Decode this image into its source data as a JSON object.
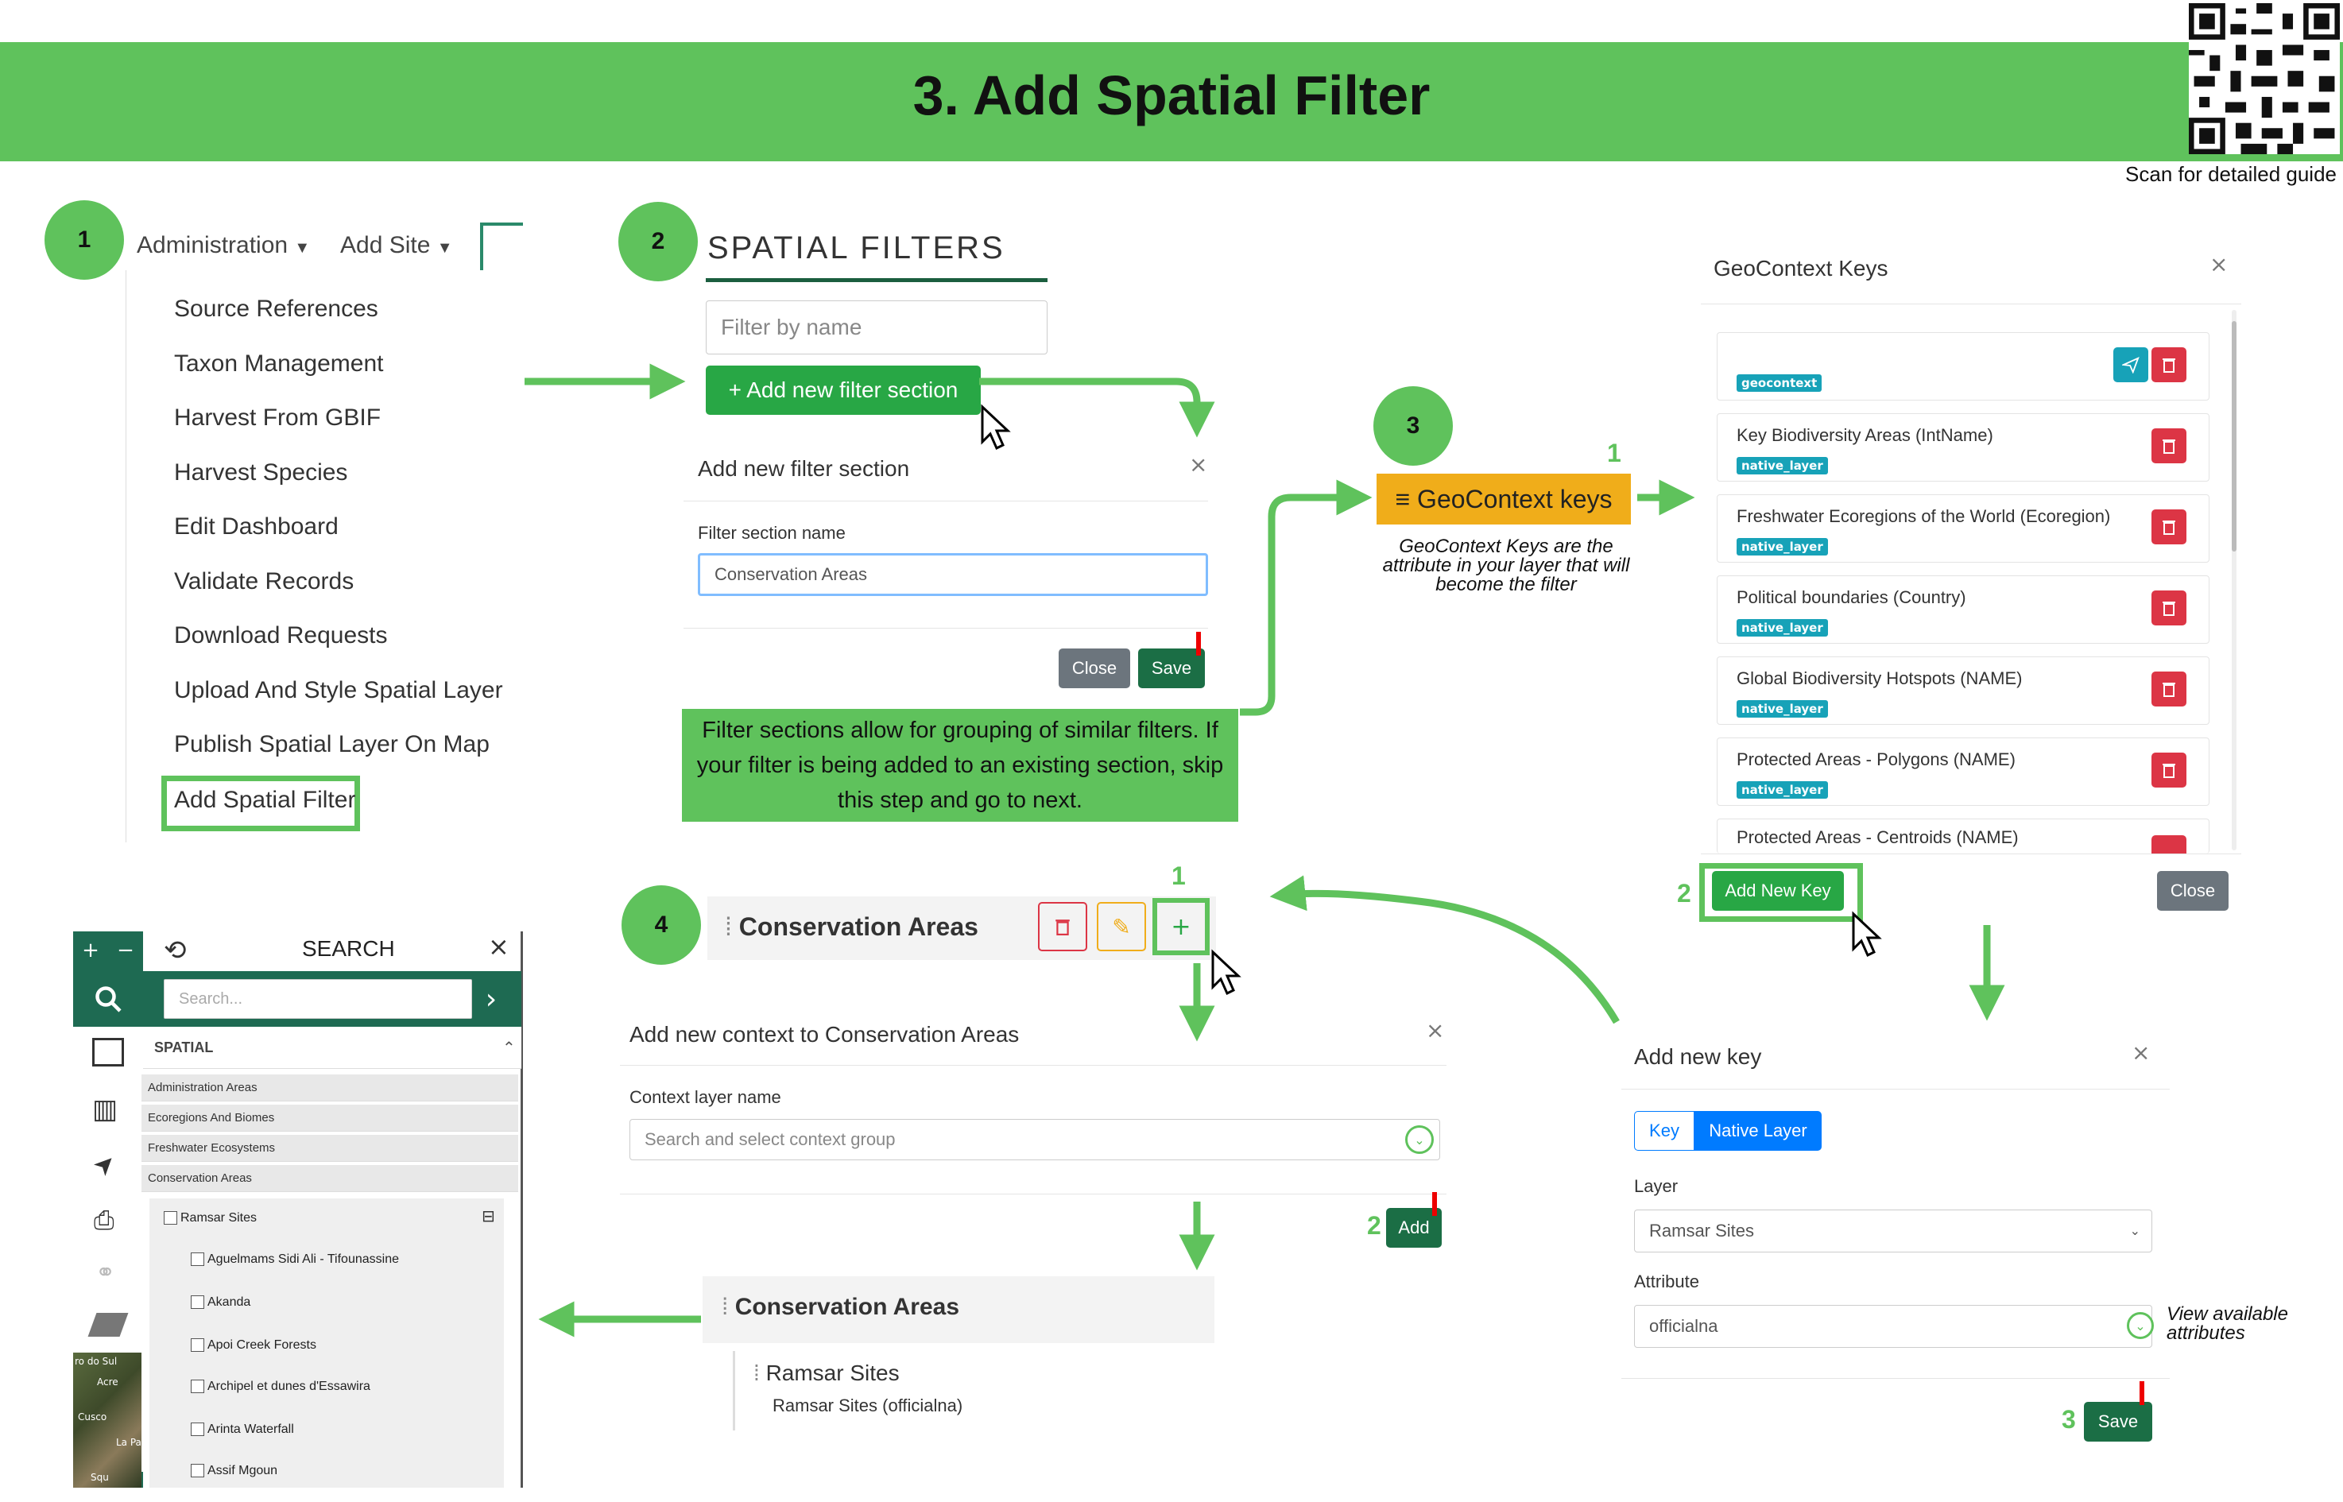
{
  "banner": {
    "title": "3. Add Spatial Filter",
    "qr_caption": "Scan for detailed guide"
  },
  "colors": {
    "accent_green": "#5fc25c",
    "dark_green": "#1b5e3f",
    "teal": "#17a2b8",
    "danger": "#dc3545",
    "orange": "#f0ad1a"
  },
  "steps": [
    "1",
    "2",
    "3",
    "4"
  ],
  "section1": {
    "nav": {
      "admin": "Administration",
      "add_site": "Add Site"
    },
    "menu": [
      "Source References",
      "Taxon Management",
      "Harvest From GBIF",
      "Harvest Species",
      "Edit Dashboard",
      "Validate Records",
      "Download Requests",
      "Upload And Style Spatial Layer",
      "Publish Spatial Layer On Map",
      "Add Spatial Filter"
    ]
  },
  "section2": {
    "heading": "SPATIAL FILTERS",
    "filter_placeholder": "Filter by name",
    "add_button": "+ Add new filter section",
    "modal_title": "Add new filter section",
    "field_label": "Filter section name",
    "field_value": "Conservation Areas",
    "close": "Close",
    "save": "Save",
    "note": "Filter sections allow for grouping of similar filters. If your filter is being added to an existing section, skip this step and go to next."
  },
  "section3": {
    "button": "≡ GeoContext keys",
    "num": "1",
    "note": "GeoContext Keys are the attribute in your layer that will become the filter"
  },
  "geocontext": {
    "title": "GeoContext Keys",
    "first_tag": "geocontext",
    "keys": [
      {
        "name": "Key Biodiversity Areas (IntName)",
        "tag": "native_layer"
      },
      {
        "name": "Freshwater Ecoregions of the World (Ecoregion)",
        "tag": "native_layer"
      },
      {
        "name": "Political boundaries (Country)",
        "tag": "native_layer"
      },
      {
        "name": "Global Biodiversity Hotspots (NAME)",
        "tag": "native_layer"
      },
      {
        "name": "Protected Areas - Polygons (NAME)",
        "tag": "native_layer"
      },
      {
        "name": "Protected Areas - Centroids (NAME)",
        "tag": ""
      }
    ],
    "add_new_key": "Add New Key",
    "close": "Close",
    "num": "2"
  },
  "new_key": {
    "title": "Add new key",
    "tab_key": "Key",
    "tab_native": "Native Layer",
    "layer_label": "Layer",
    "layer_value": "Ramsar Sites",
    "attribute_label": "Attribute",
    "attribute_value": "officialna",
    "hint": "View available attributes",
    "save": "Save",
    "num": "3"
  },
  "section4": {
    "section_name": "Conservation Areas",
    "num1": "1",
    "modal_title": "Add new context to Conservation Areas",
    "layer_label": "Context layer name",
    "layer_placeholder": "Search and select context group",
    "add": "Add",
    "num2": "2",
    "result_title": "Conservation Areas",
    "result_item": "Ramsar Sites",
    "result_sub": "Ramsar Sites (officialna)"
  },
  "search_panel": {
    "title": "SEARCH",
    "placeholder": "Search...",
    "spatial": "SPATIAL",
    "categories": [
      "Administration Areas",
      "Ecoregions And Biomes",
      "Freshwater Ecosystems",
      "Conservation Areas"
    ],
    "group": "Ramsar Sites",
    "sites": [
      "Aguelmams Sidi Ali - Tifounassine",
      "Akanda",
      "Apoi Creek Forests",
      "Archipel et dunes d'Essawira",
      "Arinta Waterfall",
      "Assif Mgoun"
    ],
    "map_labels": [
      "ro do Sul",
      "Acre",
      "Cusco",
      "La Pa",
      "Squ"
    ]
  }
}
